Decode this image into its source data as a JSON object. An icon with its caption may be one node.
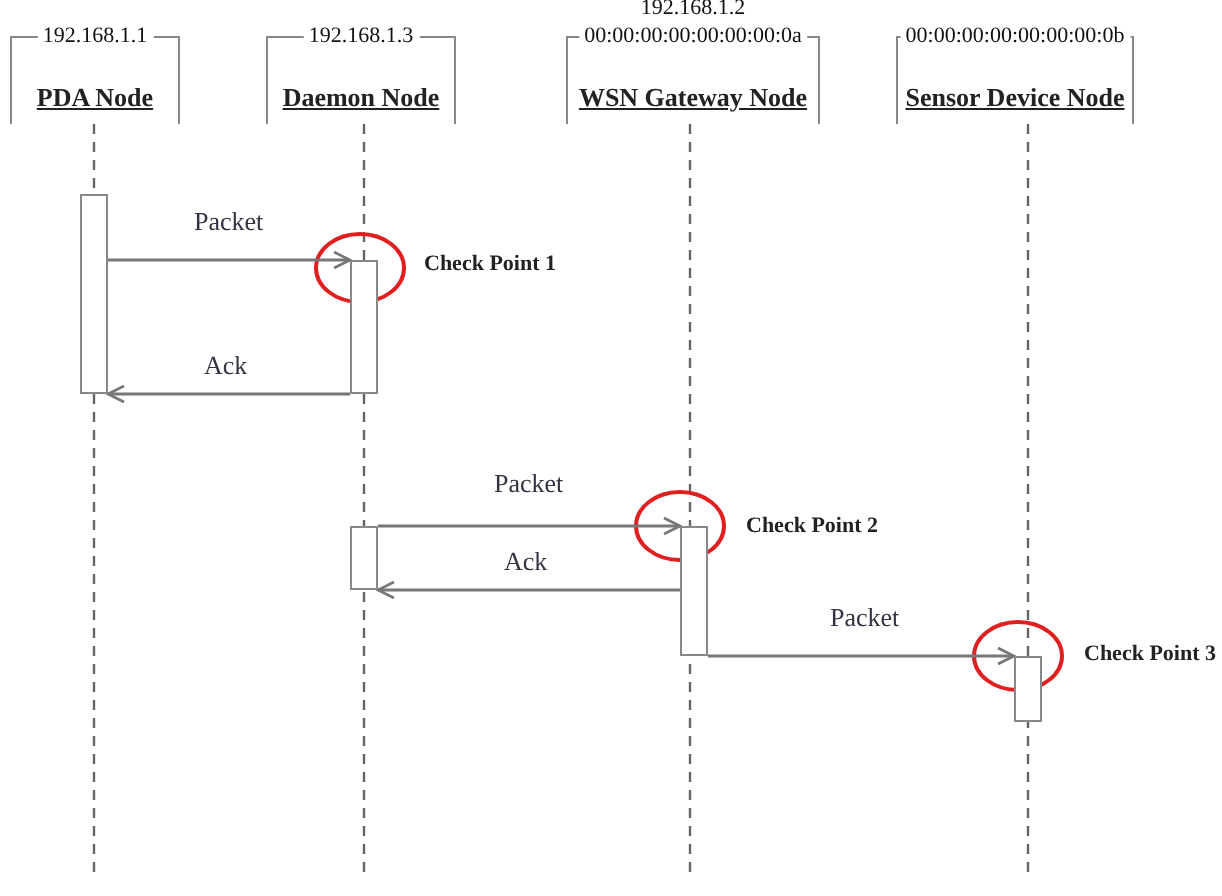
{
  "diagram": {
    "nodes": [
      {
        "text": [
          "192.168.1.1",
          "PDA Node"
        ]
      },
      {
        "text": [
          "192.168.1.3",
          "Daemon Node"
        ]
      },
      {
        "text": [
          "192.168.1.2",
          "00:00:00:00:00:00:00:0a",
          "WSN Gateway Node"
        ]
      },
      {
        "text": [
          "00:00:00:00:00:00:00:0b",
          "Sensor Device Node"
        ]
      },
      {
        "text": [],
        "shape": "bar"
      },
      {
        "text": [],
        "shape": "bar",
        "beside": [
          "Check Point 1"
        ]
      },
      {
        "text": [],
        "shape": "bar"
      },
      {
        "text": [],
        "shape": "bar",
        "beside": [
          "Check Point 2"
        ]
      },
      {
        "text": [],
        "shape": "bar",
        "beside": [
          "Check Point 3"
        ]
      }
    ],
    "edges": [
      {
        "from": 4,
        "to": 5,
        "arrow": "to",
        "label": "Packet"
      },
      {
        "from": 5,
        "to": 4,
        "arrow": "to",
        "label": "Ack"
      },
      {
        "from": 6,
        "to": 7,
        "arrow": "to",
        "label": "Packet"
      },
      {
        "from": 7,
        "to": 6,
        "arrow": "to",
        "label": "Ack"
      },
      {
        "from": 7,
        "to": 8,
        "arrow": "to",
        "label": "Packet"
      }
    ]
  }
}
